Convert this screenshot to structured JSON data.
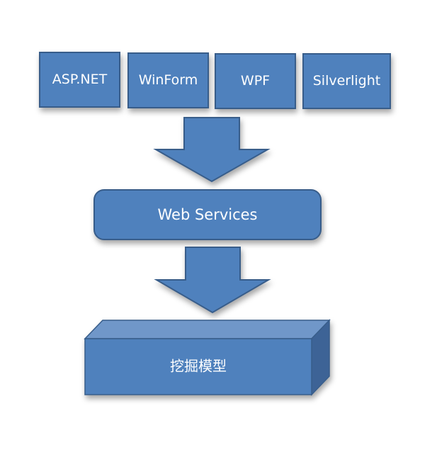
{
  "frameworks": [
    {
      "label": "ASP.NET"
    },
    {
      "label": "WinForm"
    },
    {
      "label": "WPF"
    },
    {
      "label": "Silverlight"
    }
  ],
  "middle_layer": {
    "label": "Web Services"
  },
  "bottom_layer": {
    "label": "挖掘模型"
  },
  "colors": {
    "box_fill": "#4f81bd",
    "box_stroke": "#385d8a",
    "box_top_face": "#6f97c9",
    "box_side_face": "#3d6496",
    "text": "#ffffff"
  }
}
